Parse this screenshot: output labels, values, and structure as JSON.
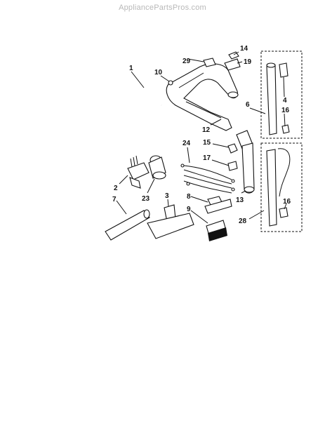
{
  "watermark": "AppliancePartsPros.com",
  "callouts": {
    "n1": "1",
    "n2": "2",
    "n3": "3",
    "n4": "4",
    "n6": "6",
    "n7": "7",
    "n8": "8",
    "n9": "9",
    "n10": "10",
    "n12": "12",
    "n13": "13",
    "n14": "14",
    "n15": "15",
    "n16a": "16",
    "n16b": "16",
    "n17": "17",
    "n19": "19",
    "n23": "23",
    "n24": "24",
    "n28": "28",
    "n29": "29"
  },
  "colors": {
    "ink": "#111111",
    "watermark": "#b8b8b8",
    "background": "#ffffff"
  }
}
